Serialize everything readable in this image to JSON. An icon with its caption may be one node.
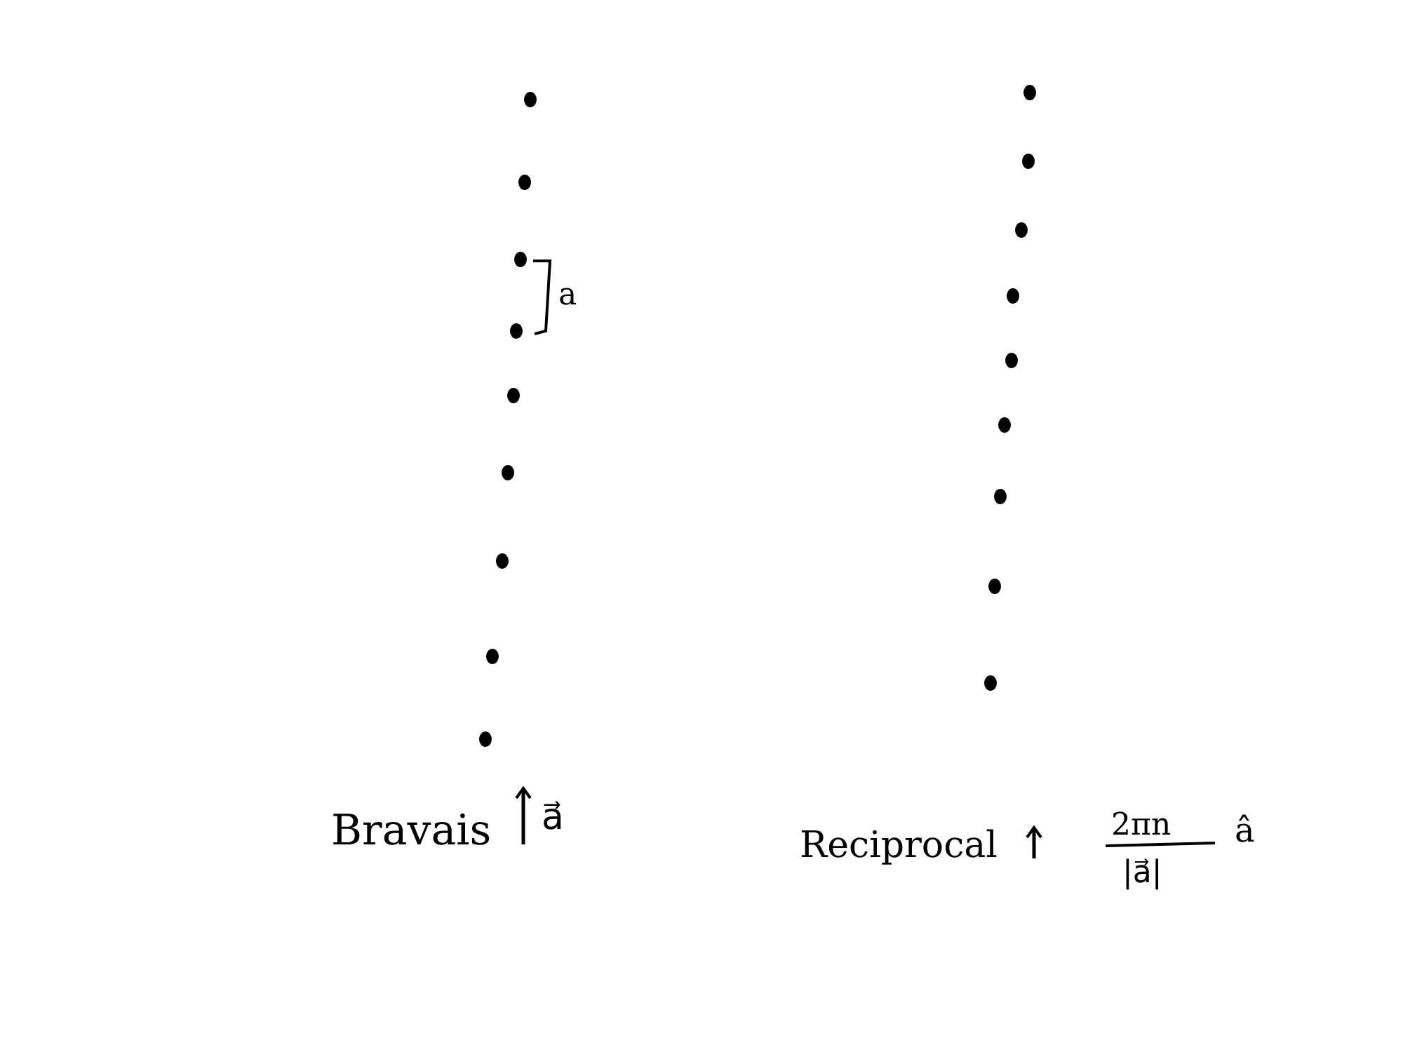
{
  "diagram": {
    "labels": [
      "a",
      "Bravais",
      "a⃗",
      "Reciprocal",
      "2πn",
      "|a⃗|",
      "â"
    ]
  }
}
